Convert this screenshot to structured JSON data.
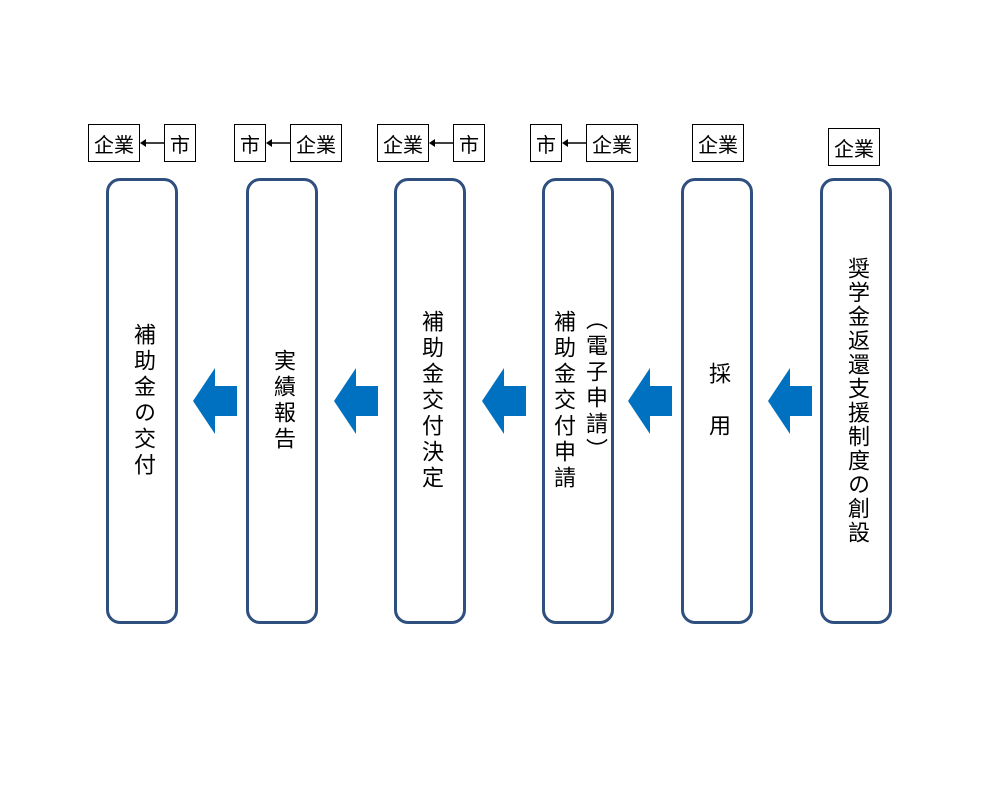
{
  "steps": [
    {
      "text": "補助金の交付",
      "actor_left": "企業",
      "actor_right": "市",
      "direction": "left"
    },
    {
      "text": "実績報告",
      "actor_left": "市",
      "actor_right": "企業",
      "direction": "left"
    },
    {
      "text": "補助金交付決定",
      "actor_left": "企業",
      "actor_right": "市",
      "direction": "left"
    },
    {
      "text": "補助金交付申請",
      "subtext": "（電子申請）",
      "actor_left": "市",
      "actor_right": "企業",
      "direction": "left"
    },
    {
      "text": "採　用",
      "actor_single": "企業"
    },
    {
      "text": "奨学金返還支援制度の創設",
      "actor_single": "企業"
    }
  ],
  "colors": {
    "box_border": "#2f4f7f",
    "arrow": "#0070c0"
  }
}
